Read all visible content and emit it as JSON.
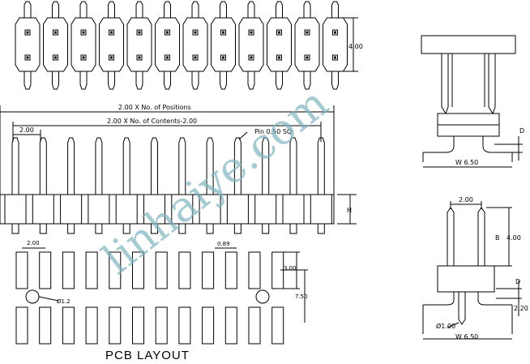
{
  "labels": {
    "top_height": "4.00",
    "positions": "2.00 X No. of Positions",
    "contents": "2.00 X No. of Contents-2.00",
    "pitch": "2.00",
    "pin_size": "Pin 0.50 SQ",
    "h": "H",
    "pcb_pitch": "2.00",
    "pcb_pad": "0.89",
    "pcb_pad_h": "3.00",
    "pcb_row": "7.50",
    "pcb_hole": "Ø1.2",
    "side_d": "D",
    "side_w": "W  6.50",
    "bot_pitch": "2.00",
    "bot_b": "B",
    "bot_b_val": "4.00",
    "bot_d": "D",
    "bot_220": "2.20",
    "bot_hole": "Ø1.00",
    "bot_w": "W  6.50",
    "pcb_layout": "PCB LAYOUT"
  },
  "watermark": "linhaiye.com"
}
